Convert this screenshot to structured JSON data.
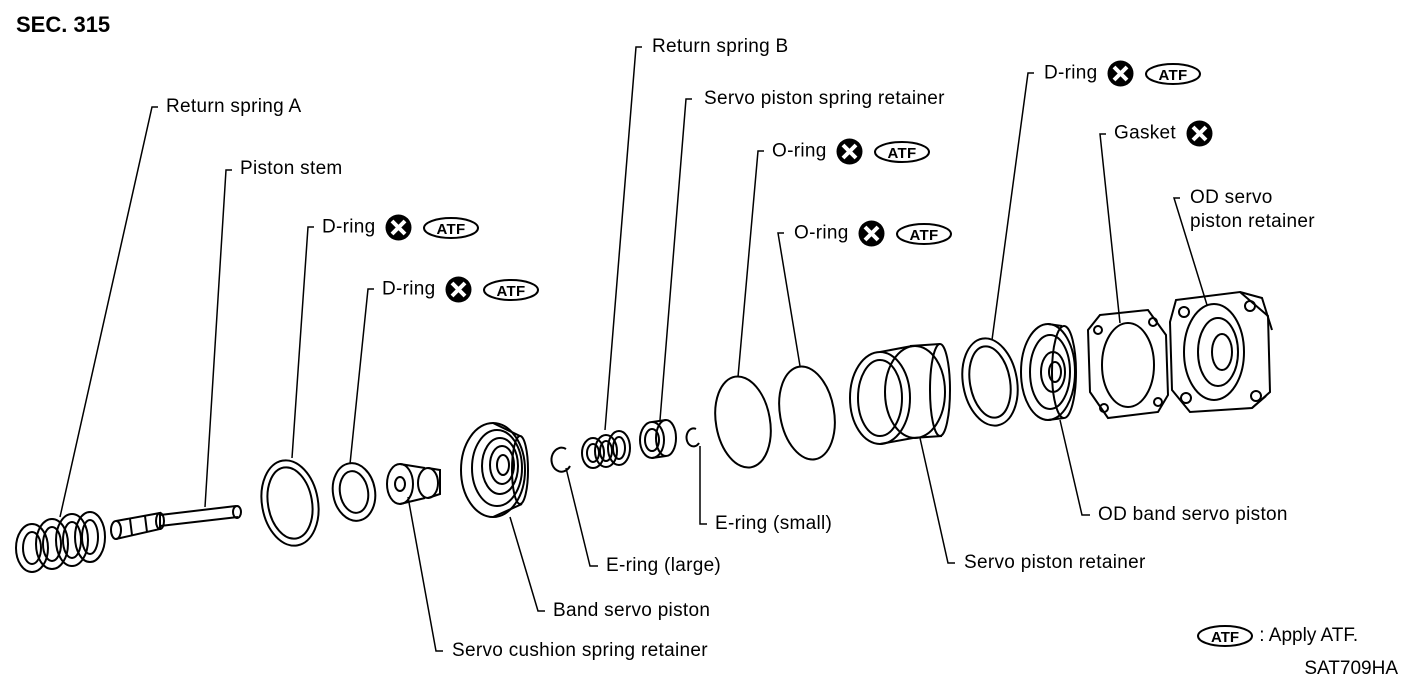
{
  "section": "SEC. 315",
  "figure_code": "SAT709HA",
  "legend": {
    "badge": "ATF",
    "text": ": Apply ATF."
  },
  "labels": {
    "return_spring_a": "Return spring A",
    "piston_stem": "Piston stem",
    "d_ring_1": "D-ring",
    "d_ring_2": "D-ring",
    "return_spring_b": "Return spring B",
    "servo_piston_spring_retainer": "Servo piston spring retainer",
    "o_ring_1": "O-ring",
    "o_ring_2": "O-ring",
    "d_ring_3": "D-ring",
    "gasket": "Gasket",
    "od_servo_piston_retainer_line1": "OD servo",
    "od_servo_piston_retainer_line2": "piston retainer",
    "e_ring_small": "E-ring (small)",
    "e_ring_large": "E-ring (large)",
    "band_servo_piston": "Band servo piston",
    "servo_cushion_spring_retainer": "Servo cushion spring retainer",
    "servo_piston_retainer": "Servo piston retainer",
    "od_band_servo_piston": "OD band servo piston"
  },
  "badge_text": "ATF",
  "icons": {
    "replace": "x-circle-icon",
    "atf": "atf-oval-icon"
  }
}
